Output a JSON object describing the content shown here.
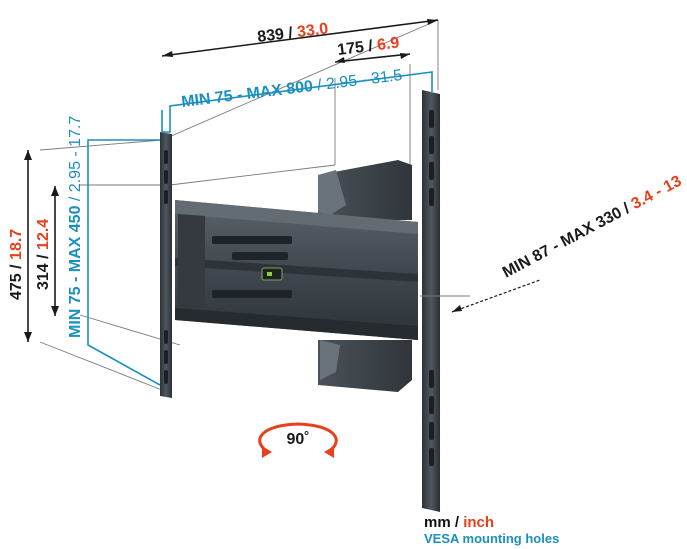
{
  "colors": {
    "dark": "#1a1a1a",
    "red": "#e8401c",
    "blue": "#1b8fc0",
    "metal": "#3f464d",
    "metal_light": "#5a6269",
    "metal_dark": "#2a2f34"
  },
  "dimensions": {
    "total_width": {
      "mm": "839",
      "sep": " / ",
      "inch": "33.0"
    },
    "arm_depth": {
      "mm": "175",
      "sep": " / ",
      "inch": "6.9"
    },
    "vesa_width": {
      "label": "MIN 75 - MAX 800",
      "sep": " / ",
      "inch": "2.95 - 31.5"
    },
    "total_height": {
      "mm": "475",
      "sep": " / ",
      "inch": "18.7"
    },
    "bracket_height": {
      "mm": "314",
      "sep": " / ",
      "inch": "12.4"
    },
    "vesa_height": {
      "label": "MIN 75 - MAX 450",
      "sep": " / ",
      "inch": "2.95 - 17.7"
    },
    "wall_distance": {
      "label": "MIN 87 - MAX 330",
      "sep": " / ",
      "inch": "3.4 - 13"
    }
  },
  "rotation": {
    "label": "90˚"
  },
  "legend": {
    "units_mm": "mm",
    "units_sep": " / ",
    "units_inch": "inch",
    "vesa_note": "VESA mounting holes"
  }
}
